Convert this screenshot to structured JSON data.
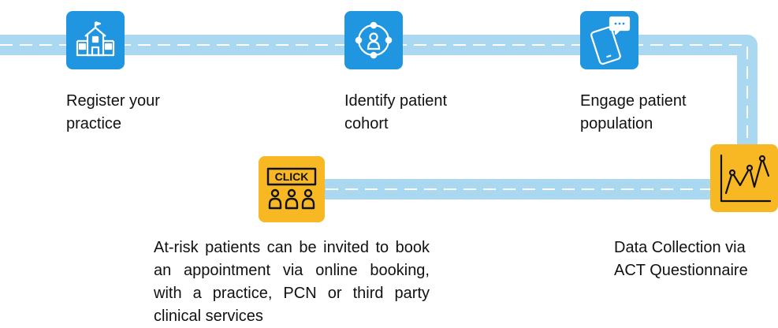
{
  "colors": {
    "road": "#a9d8f0",
    "dash": "#ffffff",
    "blue_tile": "#2196e0",
    "yellow_tile": "#f8b823"
  },
  "steps": [
    {
      "icon": "school-building-icon",
      "label_lines": [
        "Register your",
        "practice"
      ]
    },
    {
      "icon": "target-person-icon",
      "label_lines": [
        "Identify patient",
        "cohort"
      ]
    },
    {
      "icon": "smartphone-chat-icon",
      "label_lines": [
        "Engage patient",
        "population"
      ]
    },
    {
      "icon": "line-chart-icon",
      "label_lines": [
        "Data Collection via",
        "ACT Questionnaire"
      ]
    },
    {
      "icon": "click-group-icon",
      "icon_text": "CLICK",
      "label_lines": [
        "At-risk patients can be invited to",
        "book an appointment via online",
        "booking, with a practice, PCN or",
        "third party clinical services"
      ]
    }
  ]
}
